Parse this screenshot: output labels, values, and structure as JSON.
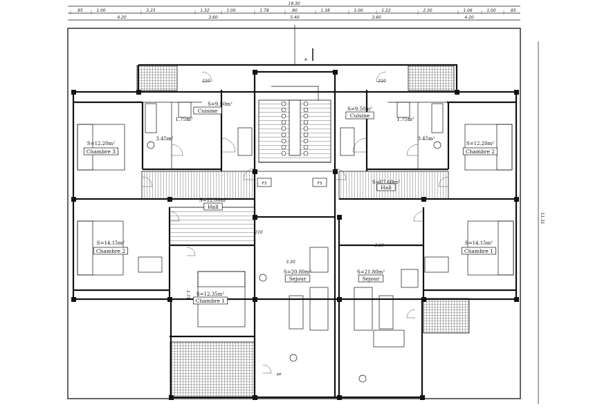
{
  "dimensions": {
    "total": "19.30",
    "top_row": [
      "85",
      "1.00",
      "3.25",
      "1.32",
      "1.00",
      "1.78",
      "80",
      "1.38",
      "1.00",
      "1.22",
      "2.30",
      "1.06",
      "1.00",
      "85"
    ],
    "second_row": [
      "4.20",
      "3.60",
      "5.40",
      "3.60",
      "4.20"
    ],
    "height": "11.31",
    "left_dims": [
      "1.71"
    ],
    "living_width": "3.30",
    "hall_small": "210",
    "kitchen_top": "210"
  },
  "rooms": {
    "cuisine_left": {
      "name": "Cuisine",
      "area": "S=9.50m²"
    },
    "cuisine_right": {
      "name": "Cuisine",
      "area": "S=9.50m²"
    },
    "sdb_left": {
      "area": "1.75m²"
    },
    "sdb_right": {
      "area": "1.75m²"
    },
    "wc_left": {
      "area": "3.45m²"
    },
    "wc_right": {
      "area": "3.45m²"
    },
    "chambre3_left": {
      "name": "Chambre 3",
      "area": "S=12.20m²"
    },
    "chambre2_right": {
      "name": "Chambre 2",
      "area": "S=12.20m²"
    },
    "chambre2_left": {
      "name": "Chambre 2",
      "area": "S=14.15m²"
    },
    "chambre1_right": {
      "name": "Chambre 1",
      "area": "S=14.15m²"
    },
    "chambre1_left": {
      "name": "Chambre 1",
      "area": "S=12.35m²"
    },
    "hall_left": {
      "name": "Hall",
      "area": "S=12.00m²"
    },
    "hall_right": {
      "name": "Hall",
      "area": "S=07.60m²"
    },
    "sejour_left": {
      "name": "Sejour",
      "area": "S=20.80m²"
    },
    "sejour_right": {
      "name": "Sejour",
      "area": "S=21.80m²"
    }
  },
  "labels": {
    "f3_left": "F3",
    "f3_right": "F3",
    "pf": "PF",
    "section": "A"
  }
}
